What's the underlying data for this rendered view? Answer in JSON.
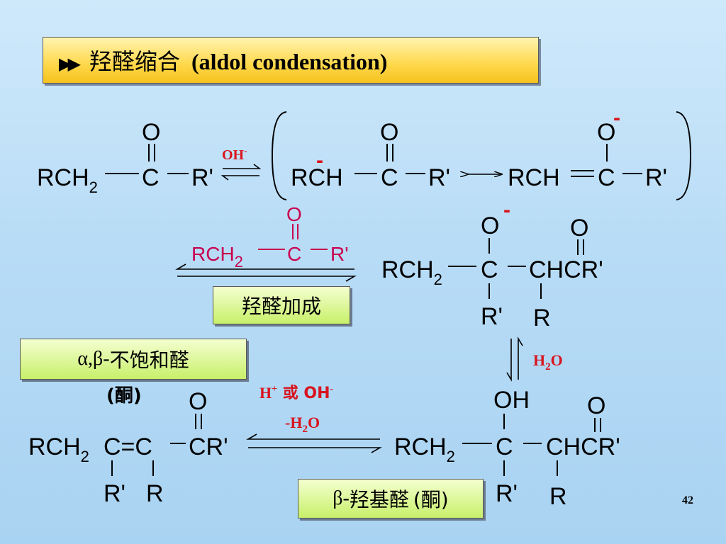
{
  "title": {
    "bullet": "▶▶",
    "zh": "羟醛缩合",
    "en": "(aldol condensation)"
  },
  "labels": {
    "aldol_addition": "羟醛加成",
    "unsaturated_greek": "α,β-",
    "unsaturated_zh": "不饱和醛",
    "unsaturated_paren": "(酮)",
    "hydroxy_greek": "β-",
    "hydroxy_zh": "羟基醛",
    "hydroxy_paren": "(酮)"
  },
  "reagents": {
    "oh": "OH",
    "oh_sup": "-",
    "h2o_h": "H",
    "h2o_sub": "2",
    "h2o_o": "O",
    "acid_base": "H",
    "acid_base_sup": "+",
    "acid_base_mid": " 或 OH",
    "acid_base_sup2": "-",
    "minus_h2o_a": "-H",
    "minus_h2o_sub": "2",
    "minus_h2o_b": "O"
  },
  "chem": {
    "O": "O",
    "C": "C",
    "R": "R",
    "Rp": "R'",
    "RCH": "RCH",
    "RCH2_main": "RCH",
    "two": "2",
    "OH": "OH",
    "CHCRp": "CHCR'",
    "CRp": "CR'",
    "Ceq": "C=C",
    "minus": "-"
  },
  "page_number": "42",
  "colors": {
    "reagent_red": "#d8141e",
    "crimson": "#c8004e",
    "title_yellow": "#ffd84a",
    "label_green": "#c8f06a"
  }
}
